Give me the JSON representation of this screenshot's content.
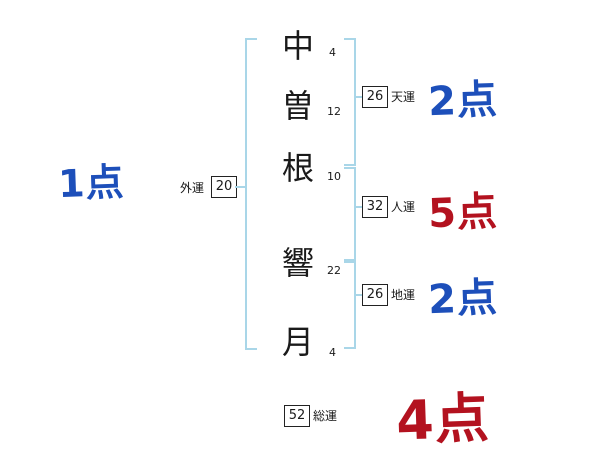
{
  "colors": {
    "blue": "#1d4fba",
    "red": "#b3121f",
    "bracket": "#a9d6e8",
    "ink": "#1a1a1a"
  },
  "name": {
    "chars": [
      {
        "glyph": "中",
        "strokes": "4"
      },
      {
        "glyph": "曽",
        "strokes": "12"
      },
      {
        "glyph": "根",
        "strokes": "10"
      },
      {
        "glyph": "響",
        "strokes": "22"
      },
      {
        "glyph": "月",
        "strokes": "4"
      }
    ]
  },
  "fortunes": {
    "heaven": {
      "label": "天運",
      "value": "26",
      "score": "2点"
    },
    "person": {
      "label": "人運",
      "value": "32",
      "score": "5点"
    },
    "earth": {
      "label": "地運",
      "value": "26",
      "score": "2点"
    },
    "outer": {
      "label": "外運",
      "value": "20",
      "score": "1点"
    },
    "total": {
      "label": "総運",
      "value": "52",
      "score": "4点"
    }
  }
}
